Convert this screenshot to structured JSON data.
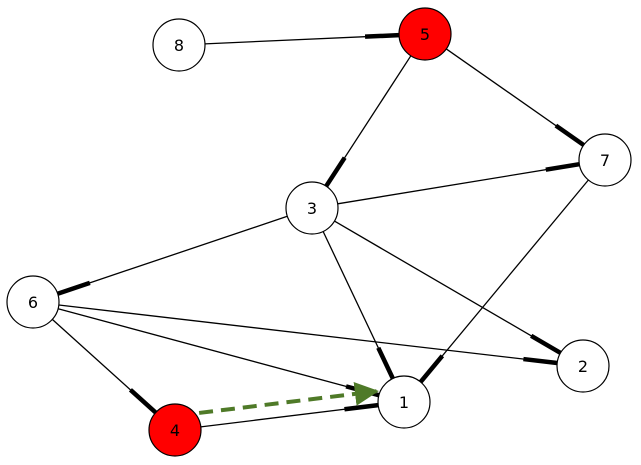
{
  "graph": {
    "nodes": [
      {
        "id": "1",
        "label": "1",
        "fill": "#ffffff"
      },
      {
        "id": "2",
        "label": "2",
        "fill": "#ffffff"
      },
      {
        "id": "3",
        "label": "3",
        "fill": "#ffffff"
      },
      {
        "id": "4",
        "label": "4",
        "fill": "#ff0000"
      },
      {
        "id": "5",
        "label": "5",
        "fill": "#ff0000"
      },
      {
        "id": "6",
        "label": "6",
        "fill": "#ffffff"
      },
      {
        "id": "7",
        "label": "7",
        "fill": "#ffffff"
      },
      {
        "id": "8",
        "label": "8",
        "fill": "#ffffff"
      }
    ],
    "edges": [
      {
        "from": "8",
        "to": "5"
      },
      {
        "from": "5",
        "to": "3"
      },
      {
        "from": "5",
        "to": "7"
      },
      {
        "from": "3",
        "to": "7"
      },
      {
        "from": "3",
        "to": "6"
      },
      {
        "from": "3",
        "to": "2"
      },
      {
        "from": "3",
        "to": "1"
      },
      {
        "from": "7",
        "to": "1"
      },
      {
        "from": "6",
        "to": "2"
      },
      {
        "from": "6",
        "to": "1"
      },
      {
        "from": "6",
        "to": "4"
      },
      {
        "from": "4",
        "to": "1"
      }
    ],
    "directed_path": [
      {
        "from": "4",
        "to": "1",
        "color": "#4f7a28",
        "style": "dashed"
      }
    ]
  }
}
